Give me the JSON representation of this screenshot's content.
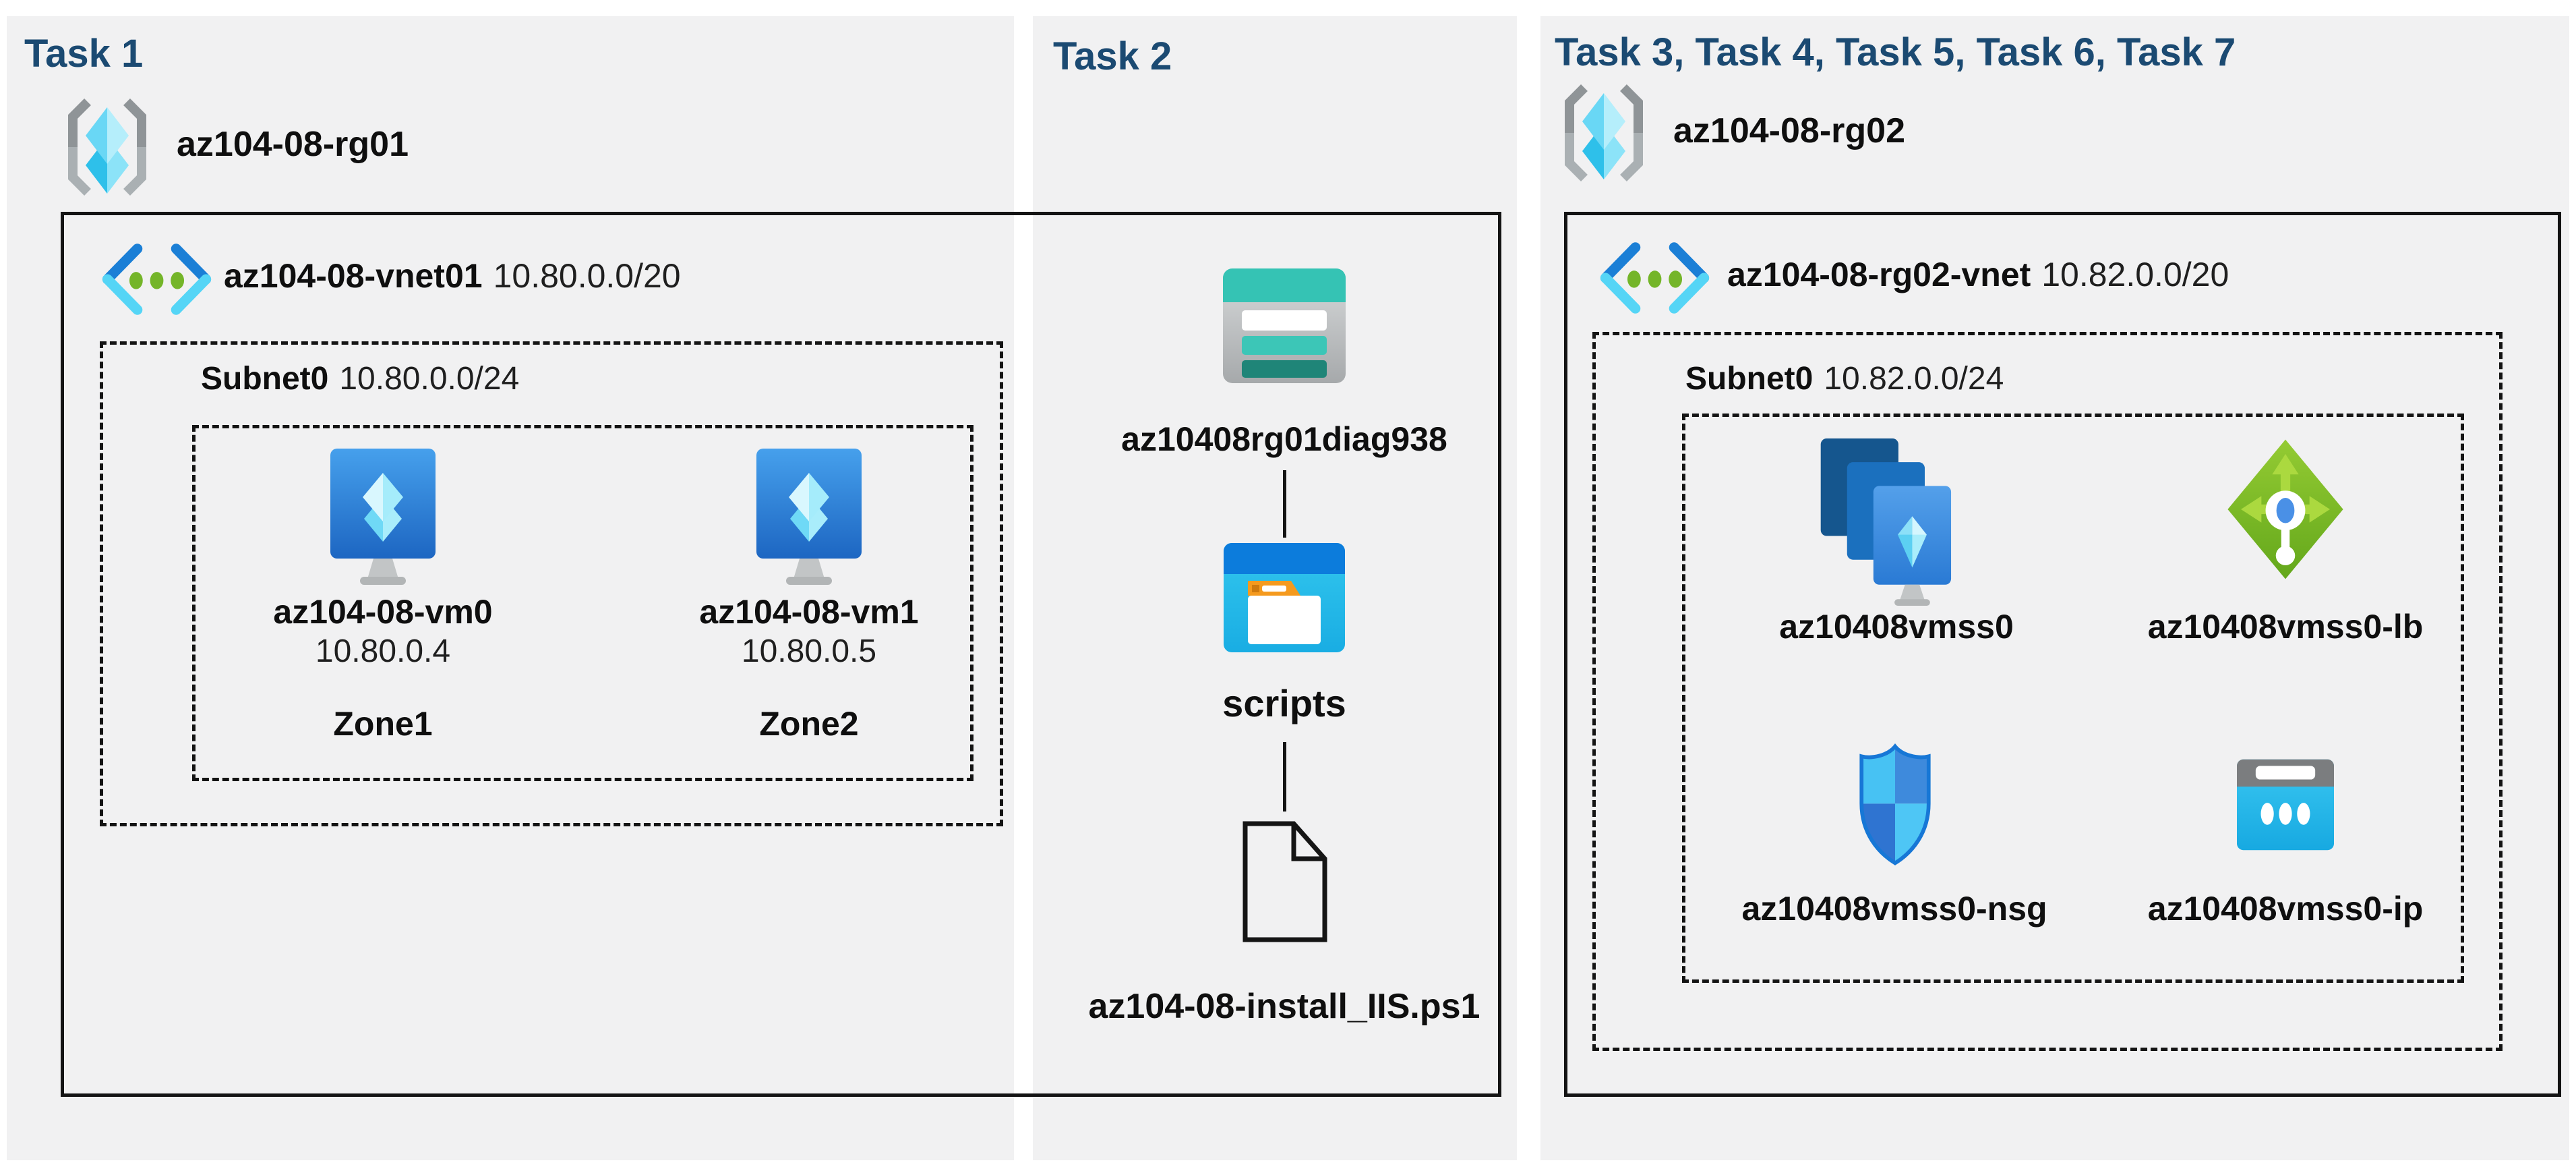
{
  "colors": {
    "panel_bg": "#f1f1f2",
    "task_header": "#1b4a72",
    "text": "#0f0f0f",
    "line": "#141414",
    "storage_teal": "#35c3b4",
    "container_blue": "#0c7cdc",
    "container_cyan": "#2fc6ee",
    "vm_blue": "#2a7ad4",
    "lb_green": "#7cba28",
    "nsg_blue": "#1777d6",
    "ip_cyan": "#2bbfee",
    "rg_cube_cyan": "#5bd0f2",
    "vnet_green_dot": "#74b529"
  },
  "panels": [
    {
      "title": "Task 1",
      "resource_group": {
        "name": "az104-08-rg01",
        "icon": "resource-group-icon"
      },
      "vnet": {
        "name": "az104-08-vnet01",
        "cidr": "10.80.0.0/20",
        "icon": "virtual-network-icon"
      },
      "subnet": {
        "name": "Subnet0",
        "cidr": "10.80.0.0/24"
      },
      "vms": [
        {
          "name": "az104-08-vm0",
          "ip": "10.80.0.4",
          "zone": "Zone1",
          "icon": "virtual-machine-icon"
        },
        {
          "name": "az104-08-vm1",
          "ip": "10.80.0.5",
          "zone": "Zone2",
          "icon": "virtual-machine-icon"
        }
      ]
    },
    {
      "title": "Task 2",
      "storage_account": {
        "name": "az10408rg01diag938",
        "icon": "storage-account-icon"
      },
      "container": {
        "name": "scripts",
        "icon": "blob-container-icon"
      },
      "file": {
        "name": "az104-08-install_IIS.ps1",
        "icon": "file-icon"
      }
    },
    {
      "title": "Task 3, Task 4, Task 5, Task 6, Task 7",
      "resource_group": {
        "name": "az104-08-rg02",
        "icon": "resource-group-icon"
      },
      "vnet": {
        "name": "az104-08-rg02-vnet",
        "cidr": "10.82.0.0/20",
        "icon": "virtual-network-icon"
      },
      "subnet": {
        "name": "Subnet0",
        "cidr": "10.82.0.0/24"
      },
      "resources": [
        {
          "name": "az10408vmss0",
          "type": "vm-scale-set",
          "icon": "vmss-icon"
        },
        {
          "name": "az10408vmss0-lb",
          "type": "load-balancer",
          "icon": "load-balancer-icon"
        },
        {
          "name": "az10408vmss0-nsg",
          "type": "network-security-group",
          "icon": "nsg-icon"
        },
        {
          "name": "az10408vmss0-ip",
          "type": "public-ip-address",
          "icon": "public-ip-icon"
        }
      ]
    }
  ]
}
